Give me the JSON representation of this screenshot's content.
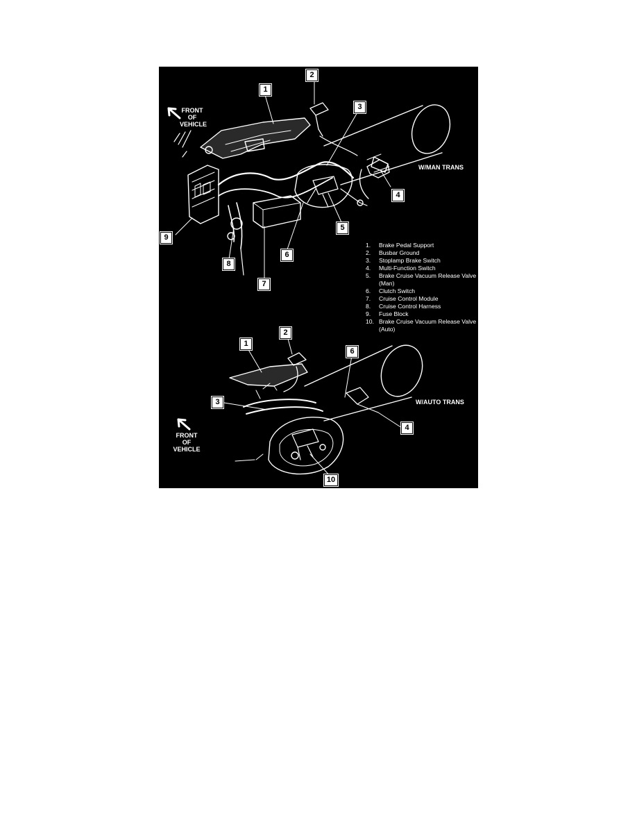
{
  "colors": {
    "figure_background": "#000000",
    "linework": "#ffffff",
    "callout_fill": "#ffffff"
  },
  "top_view": {
    "front_label": [
      "FRONT",
      "OF",
      "VEHICLE"
    ],
    "trans_label": "W/MAN TRANS",
    "callouts": {
      "c1": "1",
      "c2": "2",
      "c3": "3",
      "c4": "4",
      "c5": "5",
      "c6": "6",
      "c7": "7",
      "c8": "8",
      "c9": "9"
    }
  },
  "legend": [
    {
      "num": "1.",
      "text": "Brake Pedal Support"
    },
    {
      "num": "2.",
      "text": "Busbar Ground"
    },
    {
      "num": "3.",
      "text": "Stoplamp Brake Switch"
    },
    {
      "num": "4.",
      "text": "Multi-Function Switch"
    },
    {
      "num": "5.",
      "text": "Brake Cruise Vacuum Release Valve (Man)"
    },
    {
      "num": "6.",
      "text": "Clutch Switch"
    },
    {
      "num": "7.",
      "text": "Cruise Control Module"
    },
    {
      "num": "8.",
      "text": "Cruise Control Harness"
    },
    {
      "num": "9.",
      "text": "Fuse Block"
    },
    {
      "num": "10.",
      "text": "Brake Cruise Vacuum Release Valve (Auto)"
    }
  ],
  "bottom_view": {
    "front_label": [
      "FRONT",
      "OF",
      "VEHICLE"
    ],
    "trans_label": "W/AUTO TRANS",
    "callouts": {
      "c1": "1",
      "c2": "2",
      "c3": "3",
      "c4": "4",
      "c6": "6",
      "c10": "10"
    }
  }
}
